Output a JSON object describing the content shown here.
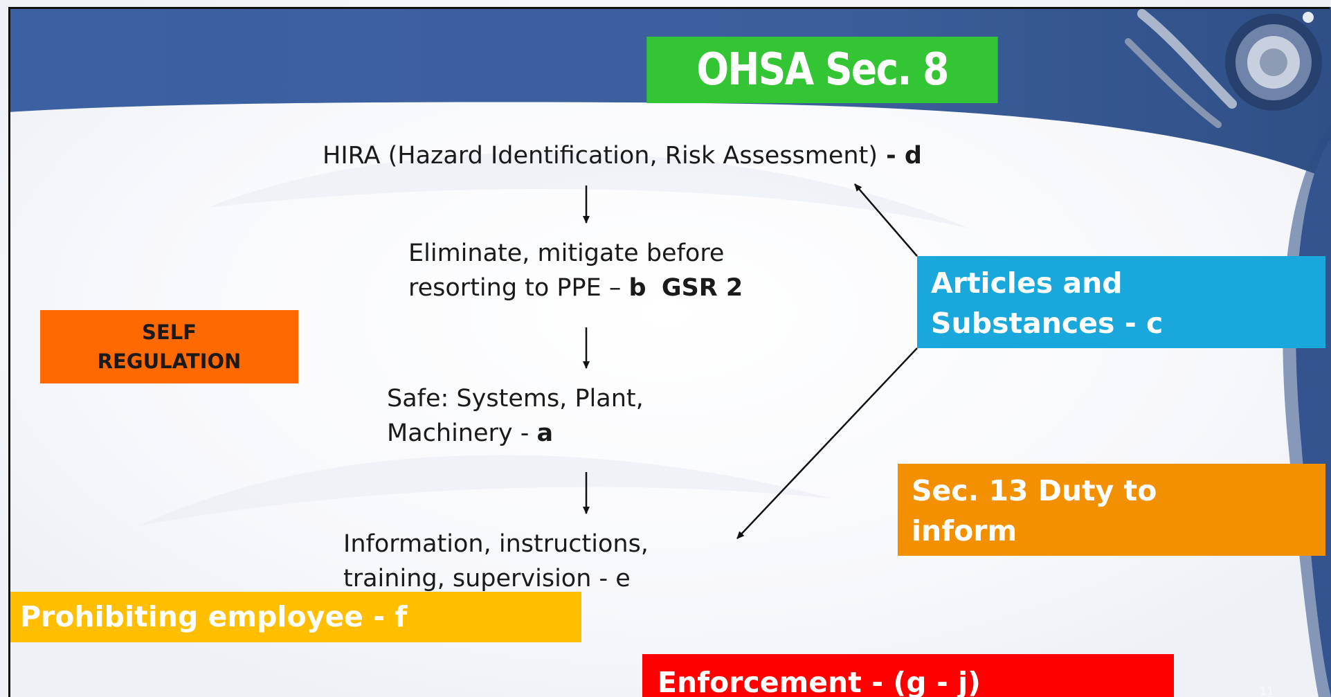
{
  "title": "OHSA Sec. 8",
  "self_regulation": [
    "SELF",
    "REGULATION"
  ],
  "flow": {
    "hira": {
      "text": "HIRA (Hazard Identification, Risk Assessment)",
      "dash": " - ",
      "ref": "d"
    },
    "eliminate": {
      "line1": "Eliminate, mitigate before",
      "line2": "resorting to PPE – ",
      "ref": "b",
      "extra": "GSR 2"
    },
    "safe": {
      "line1": "Safe: Systems, Plant,",
      "line2": "Machinery - ",
      "ref": "a"
    },
    "information": {
      "line1": "Information, instructions,",
      "line2": "training, supervision - e"
    }
  },
  "articles": [
    "Articles and",
    "Substances  -  c"
  ],
  "sec13": [
    "Sec. 13 Duty to",
    "inform"
  ],
  "prohibiting": "Prohibiting employee -  f",
  "enforcement": "Enforcement - (g -  j)",
  "colors": {
    "header_blue": "#3a5fa0",
    "title_green": "#33c533",
    "self_orange": "#ff6a00",
    "articles_blue": "#1aa7dc",
    "sec13_orange": "#f39000",
    "prohibiting_yellow": "#ffbe00",
    "enforcement_red": "#ff0000"
  },
  "icons": [
    "stethoscope-decoration"
  ]
}
